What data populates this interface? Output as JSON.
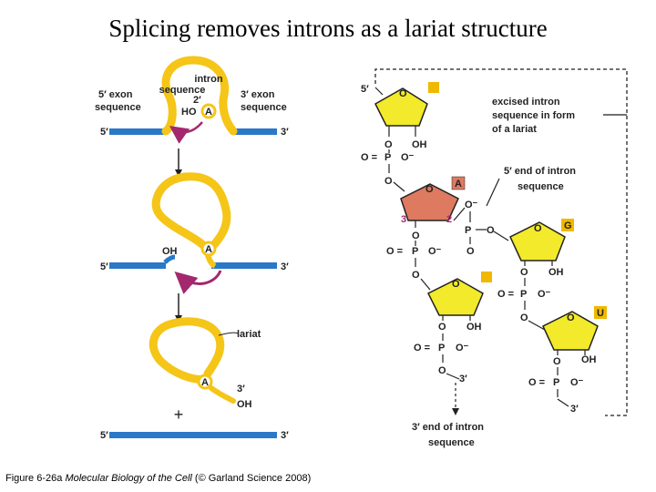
{
  "title": "Splicing removes introns as a lariat structure",
  "left": {
    "intron_line1": "intron",
    "intron_line2": "sequence",
    "five_exon_1": "5′ exon",
    "five_exon_2": "sequence",
    "three_exon_1": "3′ exon",
    "three_exon_2": "sequence",
    "two_prime": "2′",
    "ho": "HO",
    "a": "A",
    "five_p": "5′",
    "three_p": "3′",
    "oh": "OH",
    "lariat": "lariat",
    "plus": "+"
  },
  "right": {
    "five_p": "5′",
    "excised_1": "excised intron",
    "excised_2": "sequence in form",
    "excised_3": "of a lariat",
    "five_end_1": "5′ end of intron",
    "five_end_2": "sequence",
    "three_end_1": "3′ end of intron",
    "three_end_2": "sequence",
    "base_a": "A",
    "base_g": "G",
    "base_u": "U",
    "three": "3",
    "two": "2",
    "three_p": "3′",
    "o": "O",
    "oh": "OH",
    "p": "P",
    "o_minus": "O⁻",
    "o_eq": "O ="
  },
  "colors": {
    "intron_yellow": "#f5c518",
    "exon_blue": "#2a78c8",
    "arrow_magenta": "#a3286e",
    "sugar_yellow": "#f2ea2a",
    "sugar_salmon": "#de7a60",
    "base_gold": "#f0b800"
  },
  "caption": {
    "prefix": "Figure 6-26a  ",
    "book": "Molecular Biology of the Cell",
    "suffix": " (© Garland Science 2008)"
  }
}
